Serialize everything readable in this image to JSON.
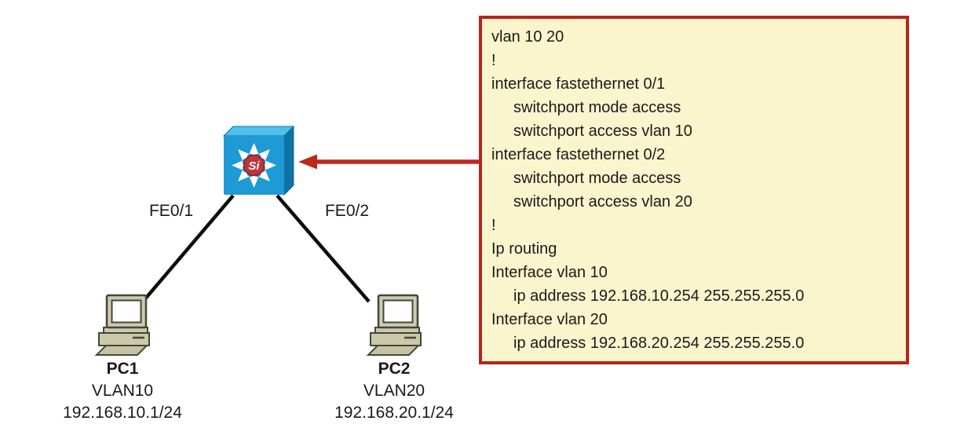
{
  "diagram": {
    "switch": {
      "si_label": "Si",
      "type": "multilayer-switch"
    },
    "links": [
      {
        "label": "FE0/1"
      },
      {
        "label": "FE0/2"
      }
    ],
    "hosts": [
      {
        "name": "PC1",
        "vlan": "VLAN10",
        "ip": "192.168.10.1/24"
      },
      {
        "name": "PC2",
        "vlan": "VLAN20",
        "ip": "192.168.20.1/24"
      }
    ]
  },
  "config_box": {
    "lines": [
      {
        "text": "vlan 10 20",
        "indent": 0
      },
      {
        "text": "!",
        "indent": 0
      },
      {
        "text": "interface fastethernet 0/1",
        "indent": 0
      },
      {
        "text": "switchport mode access",
        "indent": 1
      },
      {
        "text": "switchport access vlan 10",
        "indent": 1
      },
      {
        "text": "interface fastethernet 0/2",
        "indent": 0
      },
      {
        "text": "switchport mode access",
        "indent": 1
      },
      {
        "text": "switchport access vlan 20",
        "indent": 1
      },
      {
        "text": "!",
        "indent": 0
      },
      {
        "text": "Ip routing",
        "indent": 0
      },
      {
        "text": "Interface vlan 10",
        "indent": 0
      },
      {
        "text": "ip address 192.168.10.254 255.255.255.0",
        "indent": 1
      },
      {
        "text": "Interface vlan 20",
        "indent": 0
      },
      {
        "text": "ip address 192.168.20.254 255.255.255.0",
        "indent": 1
      }
    ]
  },
  "colors": {
    "background": "#ffffff",
    "config_border": "#b5251c",
    "config_background": "#fbf5cd",
    "arrow_red": "#bf271d",
    "switch_front": "#1e9ad4",
    "switch_top": "#4fc0ec",
    "switch_side": "#0f72a2",
    "switch_arrow_white": "#ffffff",
    "si_circle": "#c2333b",
    "si_circle_ring": "#8f2026",
    "pc_body": "#ccc9aa",
    "pc_outline": "#45453b",
    "link_black": "#0c0c0c",
    "text": "#1a1a1a"
  }
}
